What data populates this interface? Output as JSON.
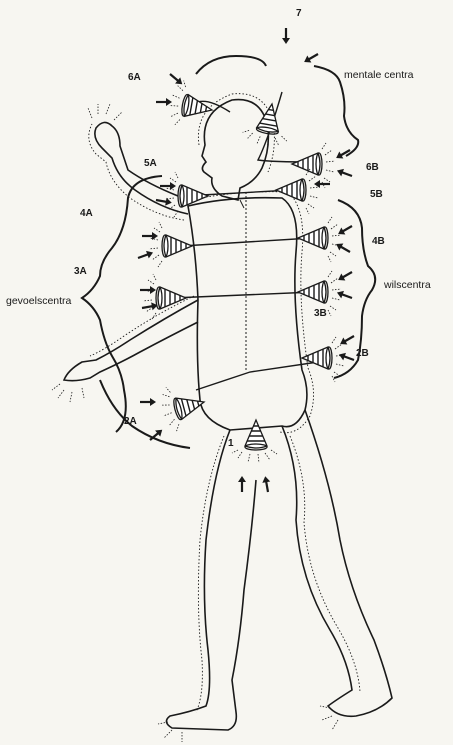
{
  "labels": {
    "l7": "7",
    "l6a": "6A",
    "l6b": "6B",
    "l5a": "5A",
    "l5b": "5B",
    "l4a": "4A",
    "l4b": "4B",
    "l3a": "3A",
    "l3b": "3B",
    "l2a": "2A",
    "l2b": "2B",
    "l1": "1",
    "mentale": "mentale centra",
    "gevoels": "gevoelscentra",
    "wils": "wilscentra"
  },
  "colors": {
    "ink": "#1a1a1a",
    "paper": "#f7f6f1"
  }
}
